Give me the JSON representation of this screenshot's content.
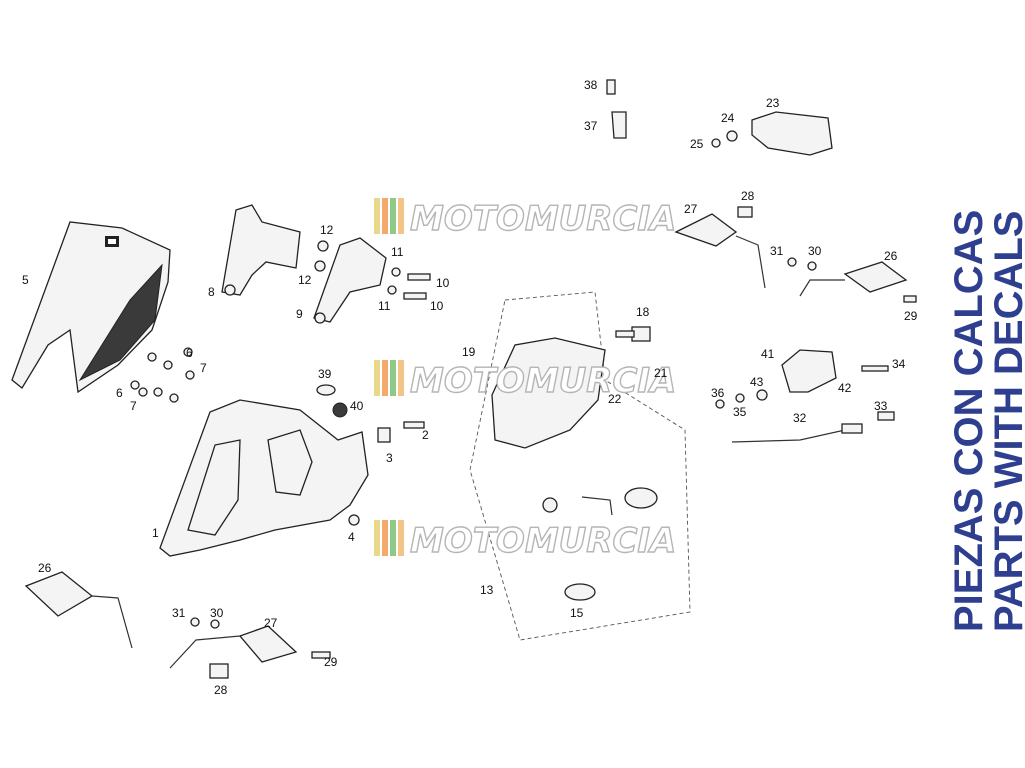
{
  "watermark": {
    "text": "MOTOMURCIA",
    "stripe_colors": [
      "#e8d98a",
      "#f2a96b",
      "#8fc98a",
      "#f3c487"
    ]
  },
  "side_label": {
    "line1": "PIEZAS CON CALCAS",
    "line2": "PARTS WITH DECALS",
    "color": "#2f3f8f"
  },
  "callouts": [
    "38",
    "37",
    "23",
    "24",
    "25",
    "28",
    "27",
    "31",
    "30",
    "26",
    "29",
    "12",
    "12",
    "11",
    "10",
    "11",
    "10",
    "8",
    "9",
    "5",
    "6",
    "7",
    "6",
    "7",
    "39",
    "40",
    "19",
    "18",
    "21",
    "22",
    "41",
    "34",
    "36",
    "43",
    "42",
    "35",
    "33",
    "32",
    "2",
    "3",
    "1",
    "4",
    "13",
    "15",
    "26",
    "31",
    "30",
    "27",
    "29",
    "28"
  ]
}
